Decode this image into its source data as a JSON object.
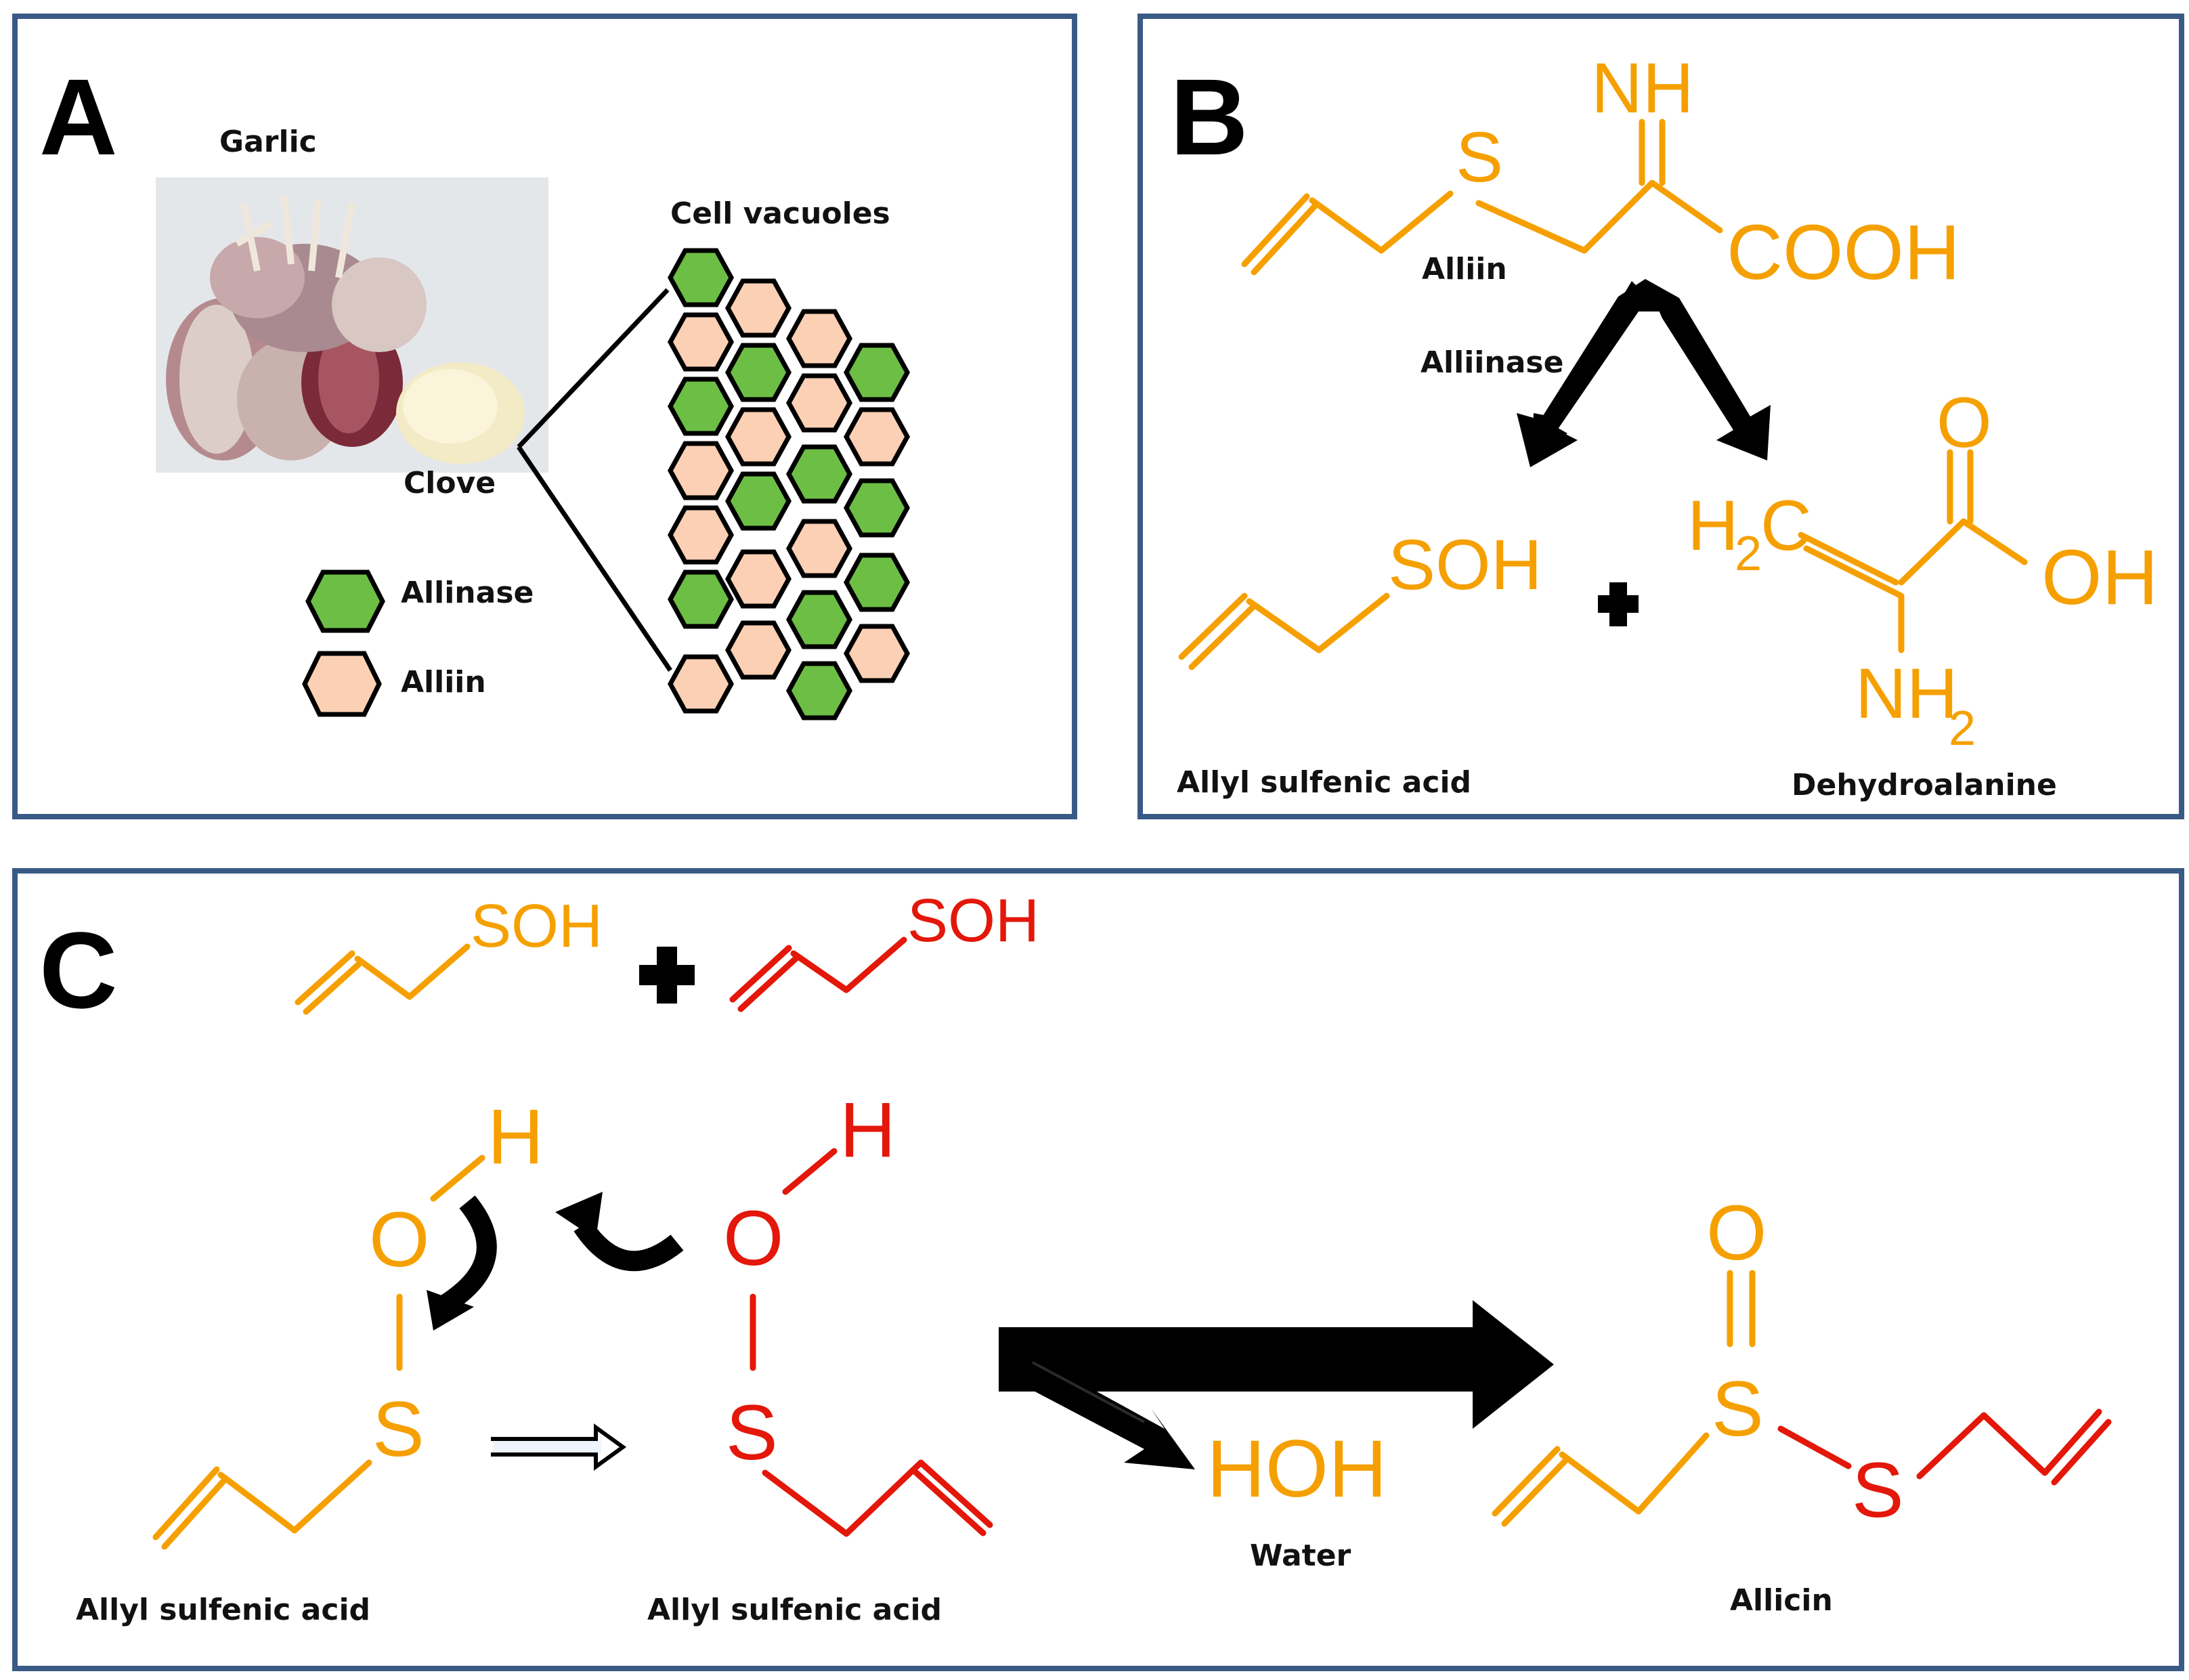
{
  "panels": {
    "A": {
      "letter": "A",
      "garlic_label": "Garlic",
      "clove_label": "Clove",
      "vacuoles_label": "Cell vacuoles",
      "legend": [
        {
          "label": "Allinase",
          "color": "#6dbe45"
        },
        {
          "label": "Alliin",
          "color": "#fbd0b4"
        }
      ]
    },
    "B": {
      "letter": "B",
      "alliin_label": "Alliin",
      "enzyme_label": "Alliinase",
      "product1_label": "Allyl sulfenic acid",
      "product2_label": "Dehydroalanine"
    },
    "C": {
      "letter": "C",
      "reactant1_label": "Allyl sulfenic acid",
      "reactant2_label": "Allyl sulfenic acid",
      "water_label": "Water",
      "product_label": "Allicin"
    }
  },
  "atoms": {
    "NH": "NH",
    "S": "S",
    "COOH": "COOH",
    "SOH": "SOH",
    "H": "H",
    "C": "C",
    "O": "O",
    "OH": "OH",
    "N": "NH",
    "sub2": "2",
    "HOH": "HOH"
  },
  "colors": {
    "molecule_orange": "#f5a000",
    "molecule_red": "#e3170a",
    "panel_border": "#3a5a86",
    "allinase_green": "#6dbe45",
    "alliin_peach": "#fbd0b4"
  }
}
